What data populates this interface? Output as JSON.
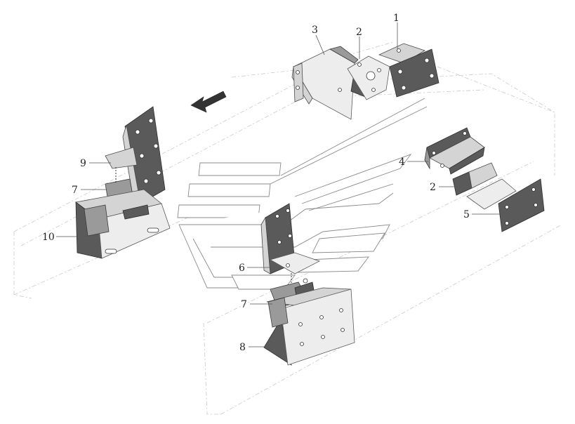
{
  "diagram": {
    "callouts": [
      {
        "id": "c1",
        "text": "1"
      },
      {
        "id": "c2a",
        "text": "2"
      },
      {
        "id": "c3",
        "text": "3"
      },
      {
        "id": "c4",
        "text": "4"
      },
      {
        "id": "c2b",
        "text": "2"
      },
      {
        "id": "c5",
        "text": "5"
      },
      {
        "id": "c9",
        "text": "9"
      },
      {
        "id": "c7a",
        "text": "7"
      },
      {
        "id": "c10",
        "text": "10"
      },
      {
        "id": "c6",
        "text": "6"
      },
      {
        "id": "c7b",
        "text": "7"
      },
      {
        "id": "c8",
        "text": "8"
      }
    ],
    "colors": {
      "part_dark": "#5a5a5a",
      "part_mid": "#9a9a9a",
      "part_light": "#d4d4d4",
      "frame_ghost": "#c9c9c9"
    }
  }
}
